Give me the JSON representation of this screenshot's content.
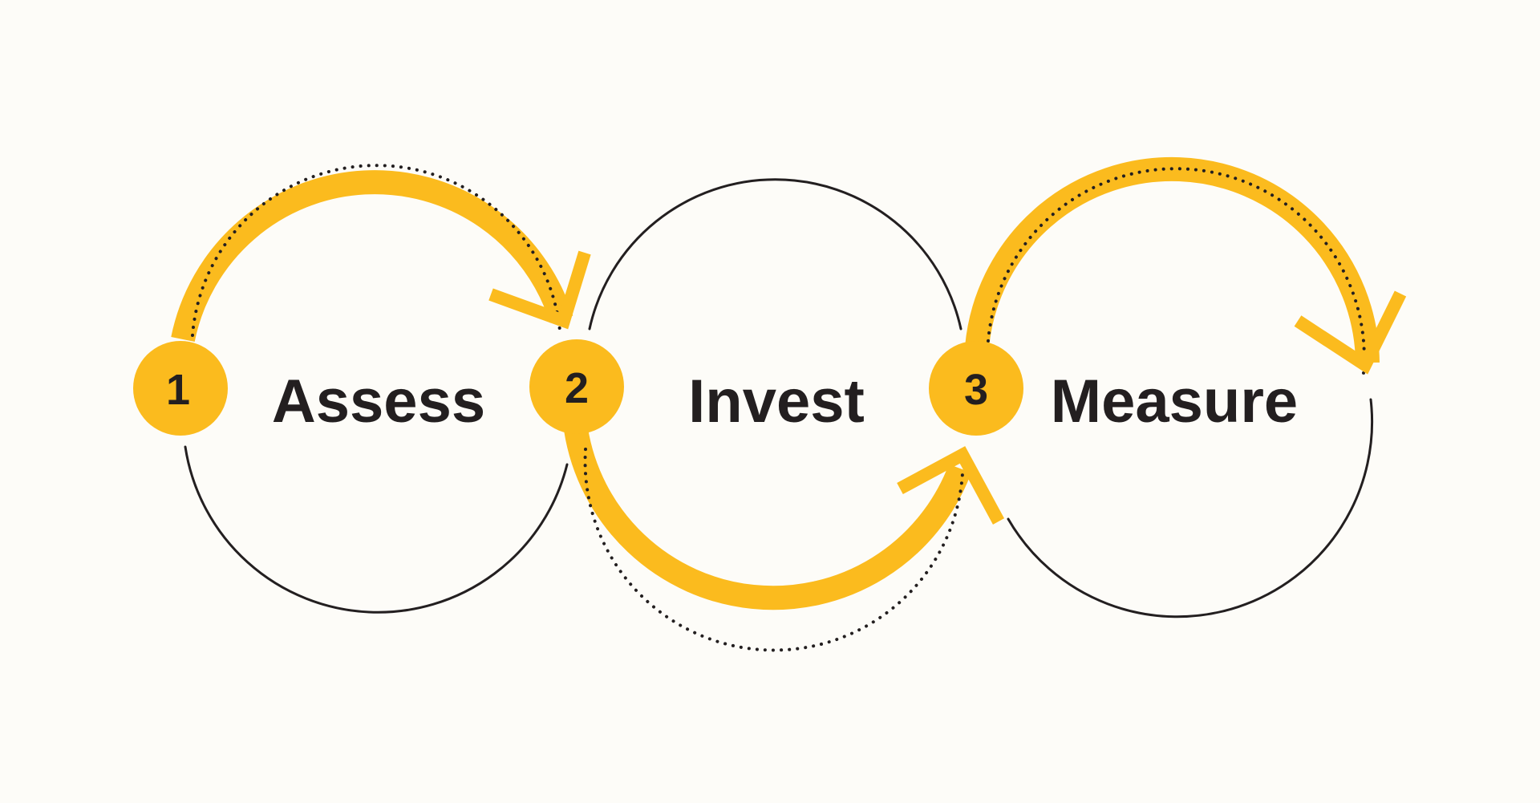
{
  "colors": {
    "background": "#fdfcf8",
    "accent": "#fbbb1e",
    "ink": "#231f20"
  },
  "steps": [
    {
      "number": "1",
      "label": "Assess"
    },
    {
      "number": "2",
      "label": "Invest"
    },
    {
      "number": "3",
      "label": "Measure"
    }
  ]
}
